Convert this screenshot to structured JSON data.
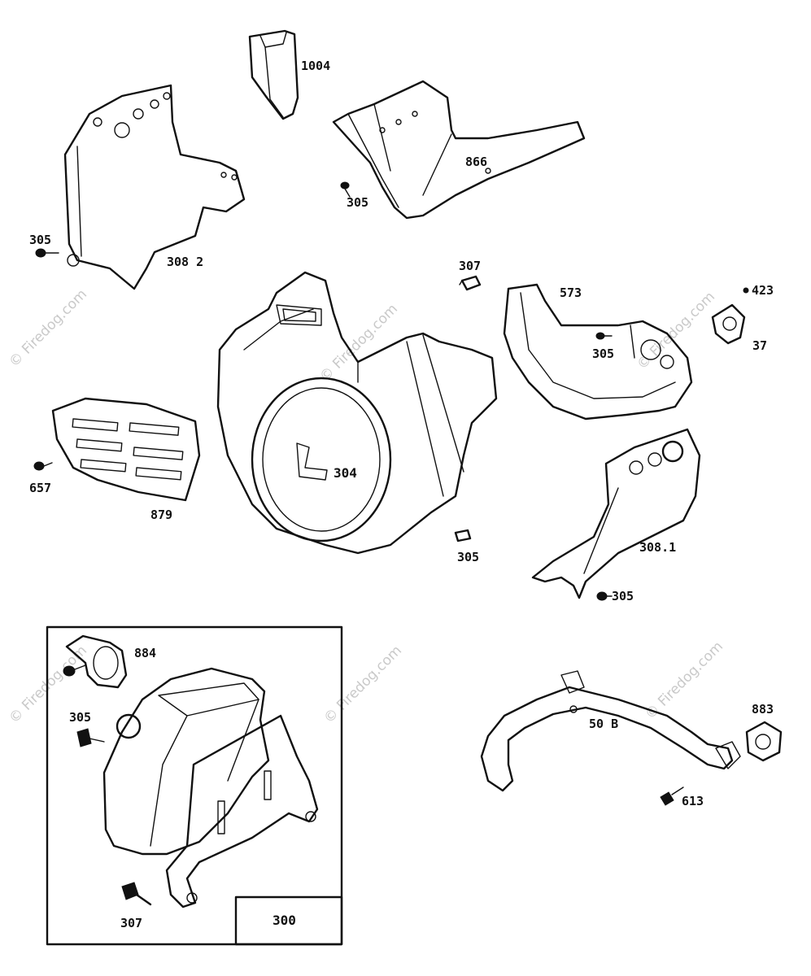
{
  "watermark": "© Firedog.com",
  "labels": {
    "p1004": "1004",
    "p866": "866",
    "p305_top": "305",
    "p305_left": "305",
    "p308_2": "308 2",
    "p307_top": "307",
    "p573": "573",
    "p423": "423",
    "p37": "37",
    "p305_right": "305",
    "p304": "304",
    "p657": "657",
    "p879": "879",
    "p305_mid": "305",
    "p308_1": "308.1",
    "p305_br": "305",
    "p884": "884",
    "p305_box": "305",
    "p307_box": "307",
    "p300": "300",
    "p50b": "50 B",
    "p883": "883",
    "p613": "613"
  }
}
